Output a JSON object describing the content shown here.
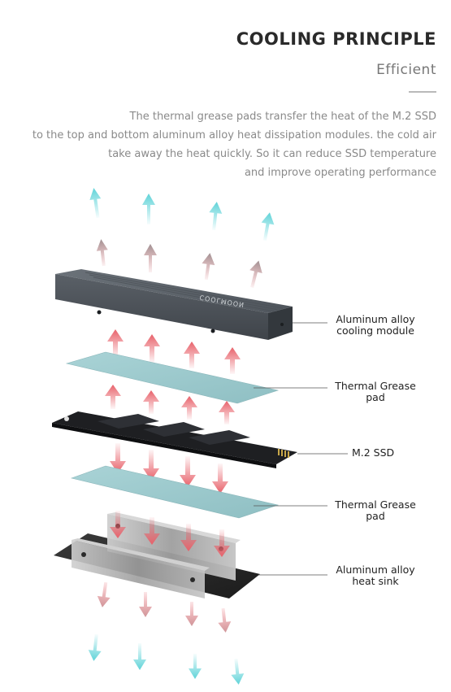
{
  "header": {
    "title": "COOLING PRINCIPLE",
    "subtitle": "Efficient"
  },
  "description": [
    "The thermal grease pads transfer the heat of the M.2 SSD",
    "to the top and bottom aluminum alloy heat dissipation modules. the cold air",
    "take away the heat quickly. So it can reduce SSD temperature",
    "and improve operating performance"
  ],
  "module_brand": "COOLMOON",
  "labels": {
    "cooling_module": [
      "Aluminum alloy",
      "cooling module"
    ],
    "pad_top": [
      "Thermal Grease",
      "pad"
    ],
    "ssd": "M.2 SSD",
    "pad_bottom": [
      "Thermal Grease",
      "pad"
    ],
    "heat_sink": [
      "Aluminum alloy",
      "heat sink"
    ]
  },
  "colors": {
    "cool_arrow": "#5fd3d8",
    "warm_arrow": "#e8616a",
    "mixed_arrow": "#b58a8a",
    "pad": "#9fc9cc",
    "module": "#5e646c",
    "ssd": "#1e1f22",
    "heatsink": "#b8b8b8"
  }
}
